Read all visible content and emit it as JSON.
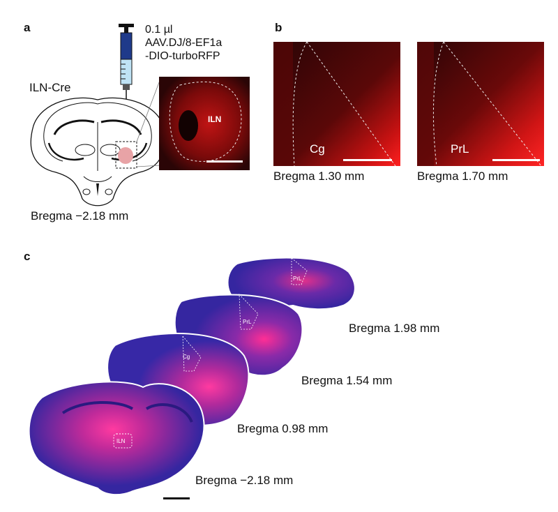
{
  "panels": {
    "a": {
      "letter": "a",
      "injection_volume": "0.1 µl",
      "virus_line1": "AAV.DJ/8-EF1a",
      "virus_line2": "-DIO-turboRFP",
      "mouse_line": "ILN-Cre",
      "inset_label": "ILN",
      "bregma": "Bregma −2.18 mm",
      "colors": {
        "injection_site": "#e8a3a6",
        "syringe_barrel": "#1f3a8a",
        "syringe_fluid": "#bfe3f5"
      }
    },
    "b": {
      "letter": "b",
      "images": [
        {
          "region": "Cg",
          "bregma": "Bregma 1.30 mm"
        },
        {
          "region": "PrL",
          "bregma": "Bregma 1.70 mm"
        }
      ],
      "colors": {
        "fluorescence": "#ff2020",
        "background": "#2a0506"
      }
    },
    "c": {
      "letter": "c",
      "sections": [
        {
          "bregma": "Bregma 1.98 mm",
          "region": "PrL"
        },
        {
          "bregma": "Bregma 1.54 mm",
          "region": "PrL"
        },
        {
          "bregma": "Bregma 0.98 mm",
          "region": "Cg"
        },
        {
          "bregma": "Bregma −2.18 mm",
          "region": "ILN"
        }
      ],
      "colors": {
        "nuclear_stain": "#3a2fb0",
        "rfp": "#ff2a8a"
      }
    }
  }
}
